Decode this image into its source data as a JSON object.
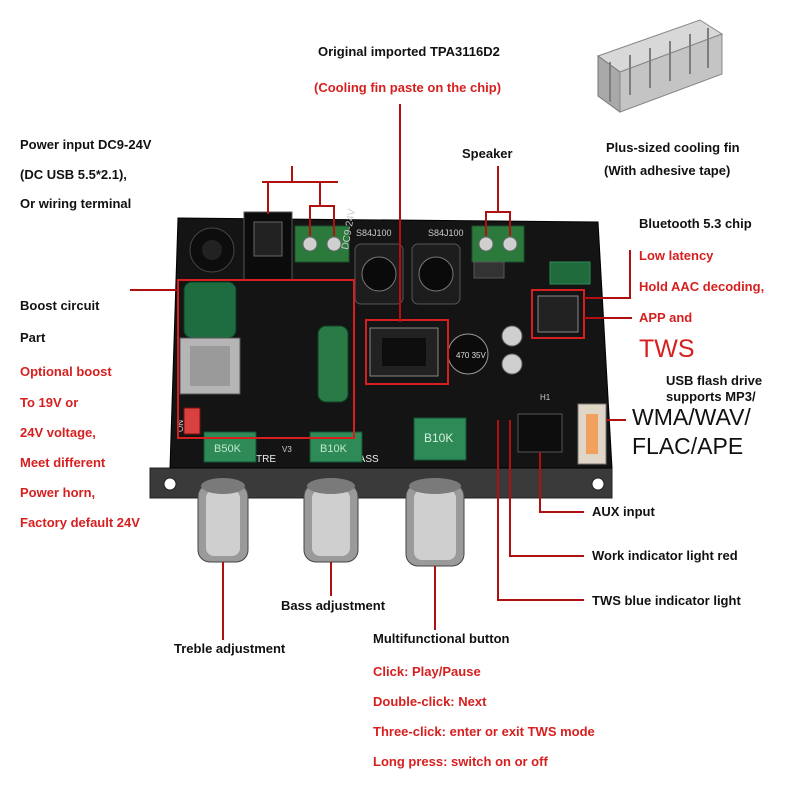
{
  "chip_label": {
    "title": "Original imported TPA3116D2",
    "note": "(Cooling fin paste on the chip)"
  },
  "cooling_fin": {
    "title": "Plus-sized cooling fin",
    "note": "(With adhesive tape)"
  },
  "power_input": {
    "line1": "Power input DC9-24V",
    "line2": "(DC USB 5.5*2.1),",
    "line3": "Or wiring terminal"
  },
  "speaker": "Speaker",
  "bluetooth": {
    "title": "Bluetooth 5.3 chip",
    "features": [
      "Low latency",
      "Hold AAC decoding,",
      "APP and"
    ],
    "tws": "TWS"
  },
  "boost": {
    "title": "Boost circuit",
    "part": "Part",
    "notes": [
      "Optional boost",
      "To 19V or",
      "24V voltage,",
      "Meet different",
      "Power horn,",
      "Factory default 24V"
    ]
  },
  "usb": {
    "line1": "USB flash drive",
    "line2": "supports MP3/",
    "formats1": "WMA/WAV/",
    "formats2": "FLAC/APE"
  },
  "aux": "AUX input",
  "work_light": "Work indicator light red",
  "tws_light": "TWS blue indicator light",
  "bass": "Bass adjustment",
  "treble": "Treble adjustment",
  "button": {
    "title": "Multifunctional button",
    "actions": [
      "Click: Play/Pause",
      "Double-click: Next",
      "Three-click: enter or exit TWS mode",
      "Long press: switch on or off"
    ]
  },
  "board_marks": {
    "pot_treble": "B50K",
    "pot_bass": "B10K",
    "pot_main": "B10K",
    "silk_tre": "TRE",
    "silk_v3": "V3",
    "silk_bass": "BASS",
    "silk_dc": "DC9-24V",
    "inductor1": "S84J100",
    "inductor2": "S84J100",
    "cap_marks": "470 35V",
    "switch_on": "ON",
    "led_h1": "H1"
  },
  "colors": {
    "accent_red": "#d62020",
    "pcb": "#141414",
    "pot_green": "#2e8b57"
  }
}
